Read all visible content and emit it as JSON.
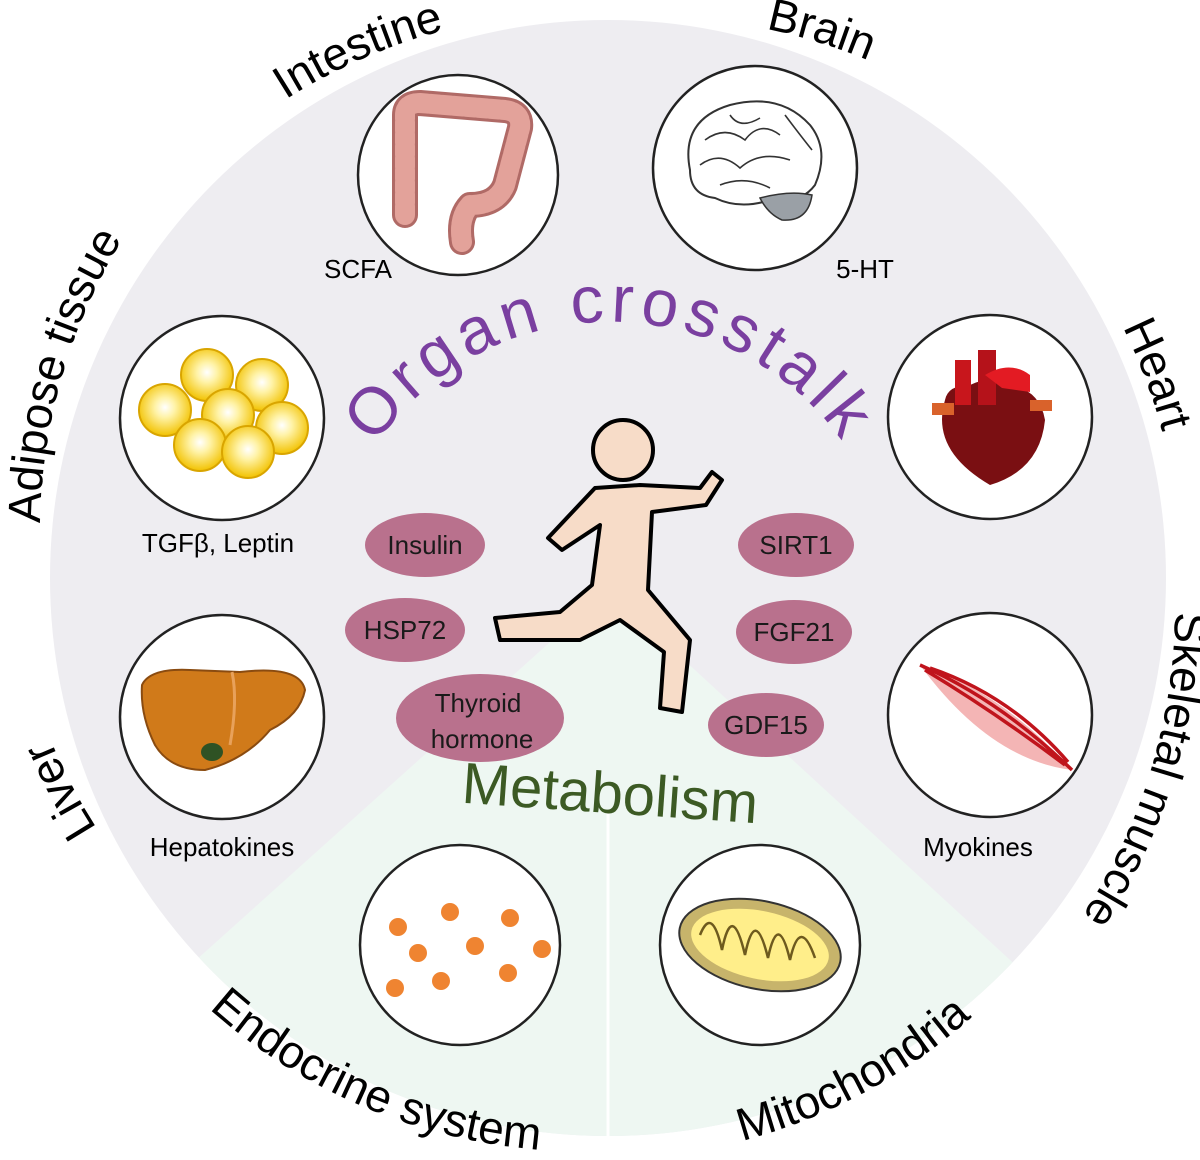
{
  "title": "Organ crosstalk",
  "subtitle": "Metabolism",
  "colors": {
    "disc": "#eeedf1",
    "metabolism_sector": "#eef7f2",
    "title_purple": "#7a3fa0",
    "title_green": "#3c5a24",
    "molecule_fill": "#b9718d",
    "figure_fill": "#f7dcc8"
  },
  "organs": {
    "intestine": {
      "name": "Intestine",
      "signal": "SCFA",
      "icon": "intestine-icon"
    },
    "brain": {
      "name": "Brain",
      "signal": "5-HT",
      "icon": "brain-icon"
    },
    "heart": {
      "name": "Heart",
      "icon": "heart-icon"
    },
    "skeletal_muscle": {
      "name": "Skeletal muscle",
      "signal": "Myokines",
      "icon": "muscle-icon"
    },
    "mitochondria": {
      "name": "Mitochondria",
      "icon": "mitochondrion-icon"
    },
    "endocrine": {
      "name": "Endocrine system",
      "icon": "hormone-dots-icon"
    },
    "liver": {
      "name": "Liver",
      "signal": "Hepatokines",
      "icon": "liver-icon"
    },
    "adipose": {
      "name": "Adipose tissue",
      "signal": "TGFβ, Leptin",
      "icon": "fat-cells-icon"
    }
  },
  "molecules": {
    "insulin": "Insulin",
    "hsp72": "HSP72",
    "thyroid_line1": "Thyroid",
    "thyroid_line2": "hormone",
    "sirt1": "SIRT1",
    "fgf21": "FGF21",
    "gdf15": "GDF15"
  }
}
